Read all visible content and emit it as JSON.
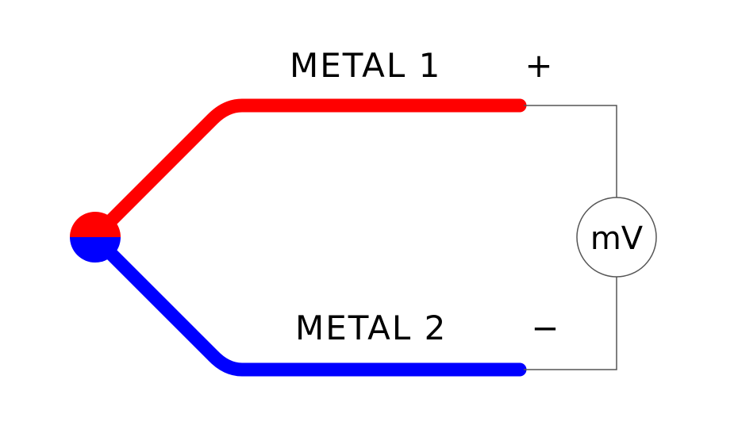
{
  "labels": {
    "metal_1": "METAL 1",
    "metal_2": "METAL 2",
    "positive": "+",
    "negative": "−",
    "meter": "mV"
  },
  "colors": {
    "metal_1": "#ff0000",
    "metal_2": "#0000ff",
    "lead": "#555555",
    "text": "#000000"
  }
}
